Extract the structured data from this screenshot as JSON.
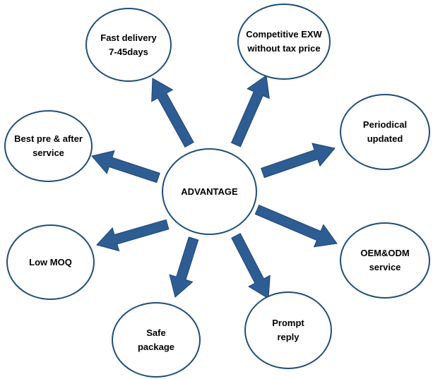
{
  "diagram": {
    "center": {
      "label": "ADVANTAGE"
    },
    "nodes": [
      {
        "id": "fast",
        "lines": [
          "Fast delivery",
          "7-45days"
        ]
      },
      {
        "id": "exw",
        "lines": [
          "Competitive EXW",
          "without tax price"
        ]
      },
      {
        "id": "period",
        "lines": [
          "Periodical",
          "updated"
        ]
      },
      {
        "id": "oem",
        "lines": [
          "OEM&ODM",
          "service"
        ]
      },
      {
        "id": "prompt",
        "lines": [
          "Prompt",
          "reply"
        ]
      },
      {
        "id": "safe",
        "lines": [
          "Safe",
          "package"
        ]
      },
      {
        "id": "moq",
        "lines": [
          "Low MOQ"
        ]
      },
      {
        "id": "best",
        "lines": [
          "Best pre & after",
          "service"
        ]
      }
    ]
  },
  "colors": {
    "arrow_fill": "#2e5d94",
    "arrow_stroke": "#1f4573",
    "node_border": "#1f4e79"
  }
}
